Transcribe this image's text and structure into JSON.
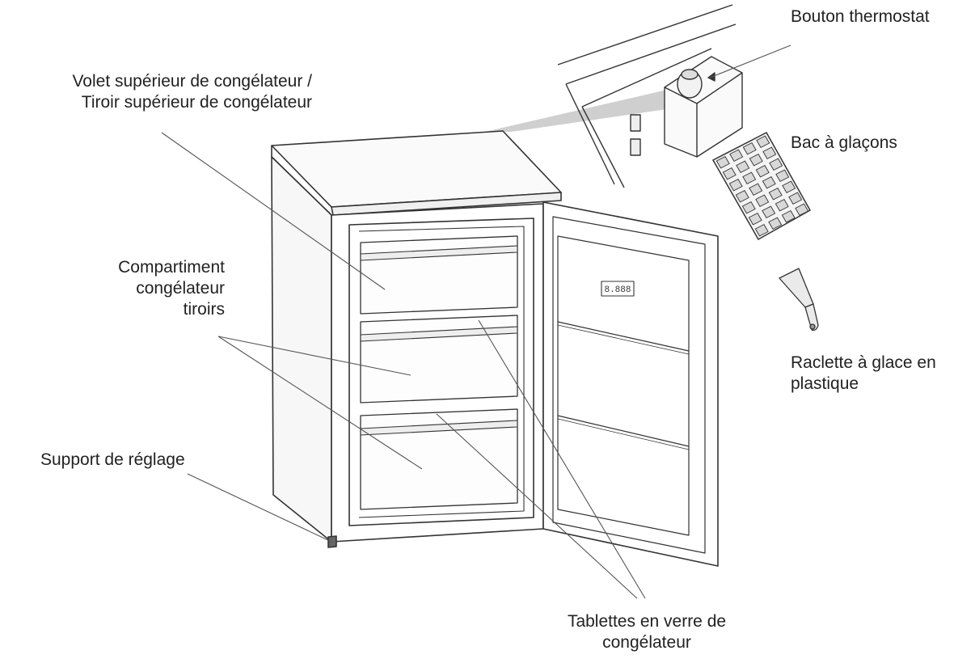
{
  "labels": {
    "thermostat": [
      "Bouton thermostat"
    ],
    "top_flap": [
      "Volet supérieur de congélateur /",
      "Tiroir supérieur de congélateur"
    ],
    "ice_tray": [
      "Bac à glaçons"
    ],
    "compartment": [
      "Compartiment",
      "congélateur",
      "tiroirs"
    ],
    "scraper": [
      "Raclette à glace en",
      "plastique"
    ],
    "adjust_foot": [
      "Support de réglage"
    ],
    "glass_shelves": [
      "Tablettes en verre de",
      "congélateur"
    ]
  },
  "display_text": "8.888",
  "colors": {
    "line": "#333333",
    "leader": "#555555",
    "beam": "#c8c8c8",
    "text": "#222222"
  }
}
